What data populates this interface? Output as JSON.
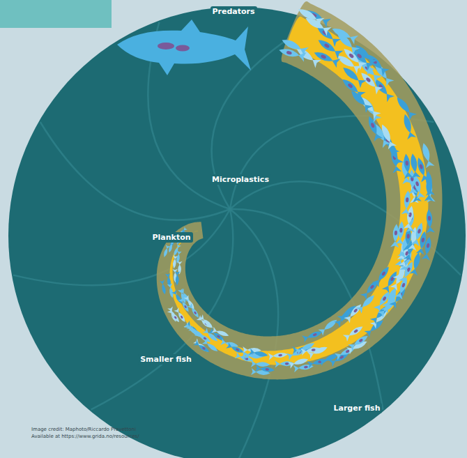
{
  "diagram": {
    "labels": [
      "Predators",
      "Microplastics",
      "Plankton",
      "Smaller fish",
      "Larger fish",
      "Image credit: Maphoto/Riccardo Pravettoni",
      "Available at https://www.grida.no/resources/"
    ]
  }
}
